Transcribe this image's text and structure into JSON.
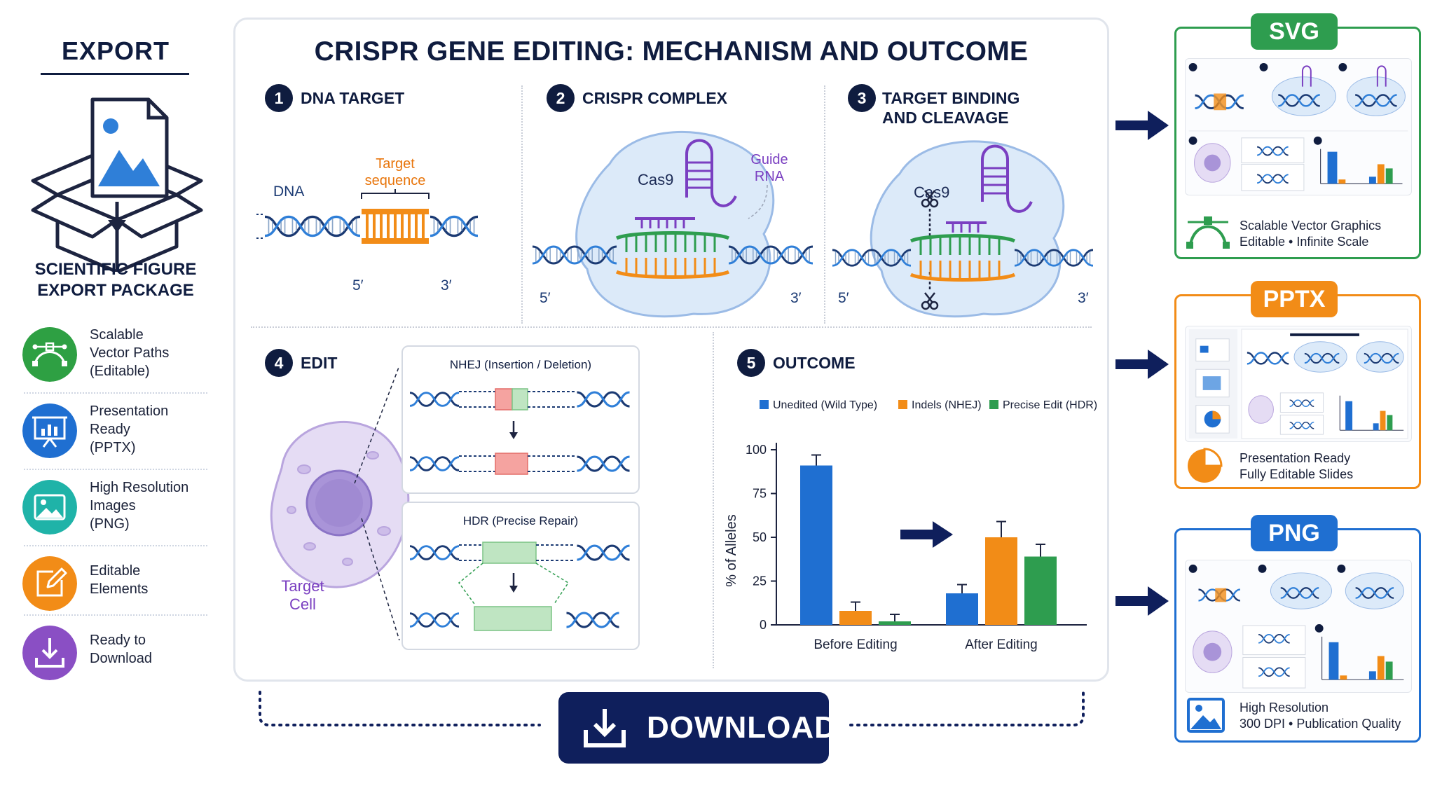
{
  "sidebar": {
    "title": "EXPORT",
    "package_title_line1": "SCIENTIFIC FIGURE",
    "package_title_line2": "EXPORT PACKAGE",
    "features": [
      {
        "line1": "Scalable",
        "line2": "Vector Paths",
        "line3": "(Editable)",
        "icon": "vector-path-icon",
        "color": "#2ea043"
      },
      {
        "line1": "Presentation",
        "line2": "Ready",
        "line3": "(PPTX)",
        "icon": "presentation-icon",
        "color": "#1f6fd1"
      },
      {
        "line1": "High Resolution",
        "line2": "Images",
        "line3": "(PNG)",
        "icon": "image-icon",
        "color": "#1fb3a8"
      },
      {
        "line1": "Editable",
        "line2": "Elements",
        "line3": "",
        "icon": "edit-icon",
        "color": "#f28c17"
      },
      {
        "line1": "Ready to",
        "line2": "Download",
        "line3": "",
        "icon": "download-icon",
        "color": "#8a4fc4"
      }
    ]
  },
  "figure": {
    "title": "CRISPR GENE EDITING: MECHANISM AND OUTCOME",
    "steps": [
      {
        "num": "1",
        "title": "DNA TARGET"
      },
      {
        "num": "2",
        "title": "CRISPR COMPLEX"
      },
      {
        "num": "3",
        "title_line1": "TARGET BINDING",
        "title_line2": "AND CLEAVAGE"
      },
      {
        "num": "4",
        "title": "EDIT"
      },
      {
        "num": "5",
        "title": "OUTCOME"
      }
    ],
    "dna_target": {
      "dna_label": "DNA",
      "target_line1": "Target",
      "target_line2": "sequence",
      "five_prime": "5′",
      "three_prime": "3′"
    },
    "crispr_complex": {
      "cas9": "Cas9",
      "guide_line1": "Guide",
      "guide_line2": "RNA",
      "five_prime": "5′",
      "three_prime": "3′"
    },
    "binding": {
      "cas9": "Cas9",
      "five_prime": "5′",
      "three_prime": "3′"
    },
    "edit": {
      "cell_line1": "Target",
      "cell_line2": "Cell",
      "nhej_title": "NHEJ (Insertion / Deletion)",
      "hdr_title": "HDR (Precise Repair)"
    },
    "colors": {
      "navy": "#0f1c3f",
      "blue": "#1f6fd1",
      "orange": "#f28c17",
      "green": "#2e9d4f",
      "purple": "#7a3fc1"
    }
  },
  "chart_data": {
    "type": "bar",
    "categories": [
      "Before Editing",
      "After Editing"
    ],
    "series": [
      {
        "name": "Unedited (Wild Type)",
        "color": "#1f6fd1",
        "values": [
          91,
          18
        ],
        "errors": [
          6,
          5
        ]
      },
      {
        "name": "Indels (NHEJ)",
        "color": "#f28c17",
        "values": [
          8,
          50
        ],
        "errors": [
          5,
          9
        ]
      },
      {
        "name": "Precise Edit (HDR)",
        "color": "#2e9d4f",
        "values": [
          2,
          39
        ],
        "errors": [
          4,
          7
        ]
      }
    ],
    "ylabel": "% of Alleles",
    "ylim": [
      0,
      100
    ],
    "yticks": [
      "0",
      "25",
      "50",
      "75",
      "100"
    ],
    "legend_position": "top"
  },
  "download": {
    "label": "DOWNLOAD"
  },
  "cards": [
    {
      "tab": "SVG",
      "color": "#2e9d4f",
      "line1": "Scalable Vector Graphics",
      "line2": "Editable • Infinite Scale"
    },
    {
      "tab": "PPTX",
      "color": "#f28c17",
      "line1": "Presentation Ready",
      "line2": "Fully Editable Slides"
    },
    {
      "tab": "PNG",
      "color": "#1f6fd1",
      "line1": "High Resolution",
      "line2": "300 DPI • Publication Quality"
    }
  ]
}
